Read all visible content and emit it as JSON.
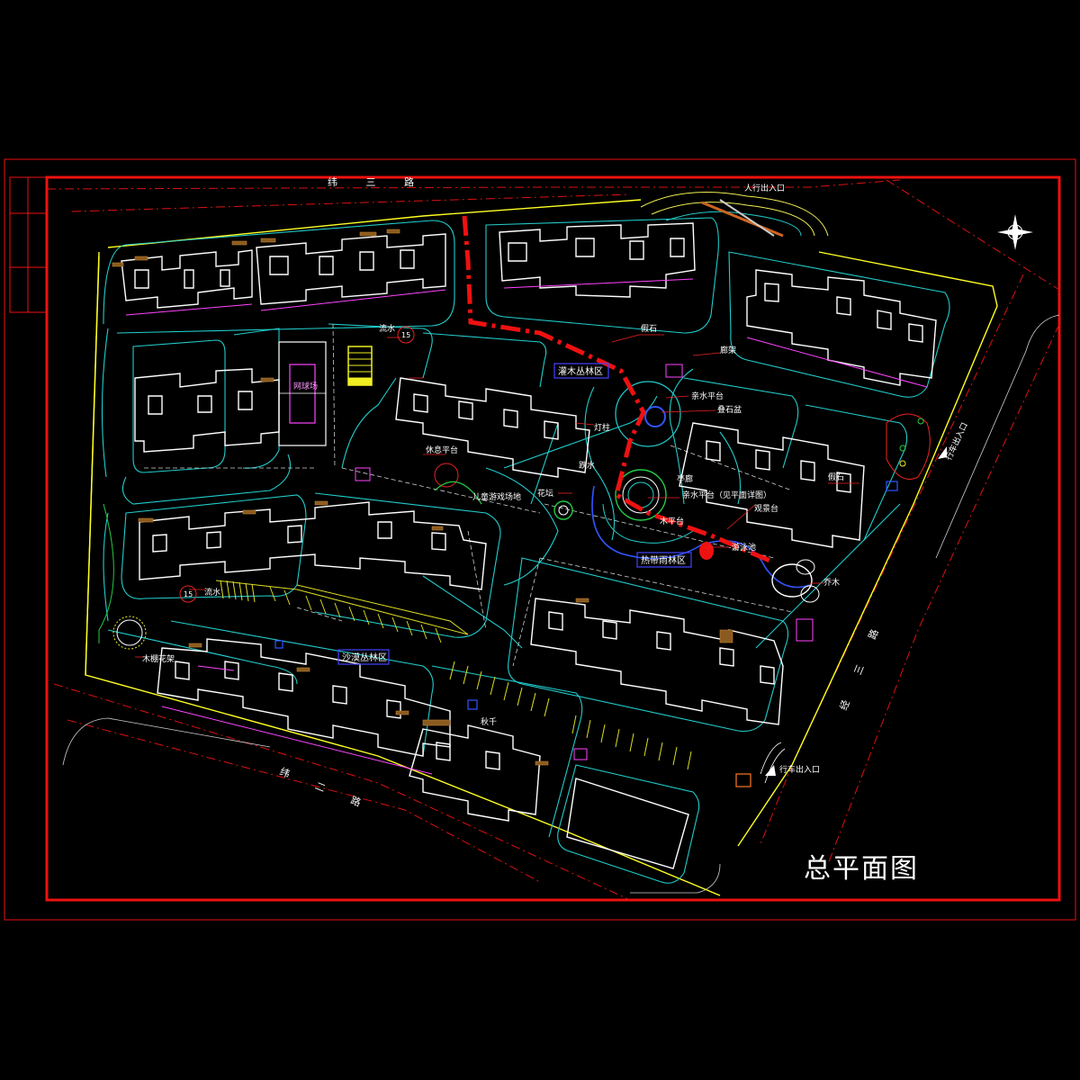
{
  "title": "总平面图",
  "roads": {
    "top": "纬 三 路",
    "right": "经 三 路",
    "bottom": "纬 二 路"
  },
  "entrances": {
    "pedestrian": "人行出入口",
    "vehicle_right": "行车出入口",
    "vehicle_bottom": "行车出入口"
  },
  "zones": {
    "shrub": "灌木丛林区",
    "tropical": "热带雨林区",
    "desert": "沙漠丛林区"
  },
  "labels": {
    "stream": "流水",
    "tennis_court": "网球场",
    "rest_platform": "休息平台",
    "children_play": "儿童游戏场地",
    "flower_bed": "花坛",
    "rockery_1": "假石",
    "rockery_2": "假石",
    "pergola": "廊架",
    "wood_platform": "亲水平台",
    "rock_pile": "叠石盆",
    "lamp": "灯柱",
    "waterfall": "跌水",
    "shelter": "亭廊",
    "water_platform": "亲水平台（见平面详图）",
    "view_platform": "观景台",
    "pool": "游泳池",
    "wood_deck": "木平台",
    "flower_gallery": "木棚花架",
    "trees": "乔木",
    "swings": "秋千",
    "stream_2": "流水"
  },
  "badges": {
    "b1": "15",
    "b2": "15"
  },
  "colors": {
    "frame": "#ee1111",
    "boundary": "#ffff22",
    "paths": "#22cccc",
    "buildings": "#ffffff",
    "axis": "#ee1111"
  },
  "icons": {
    "north": "compass-icon"
  }
}
